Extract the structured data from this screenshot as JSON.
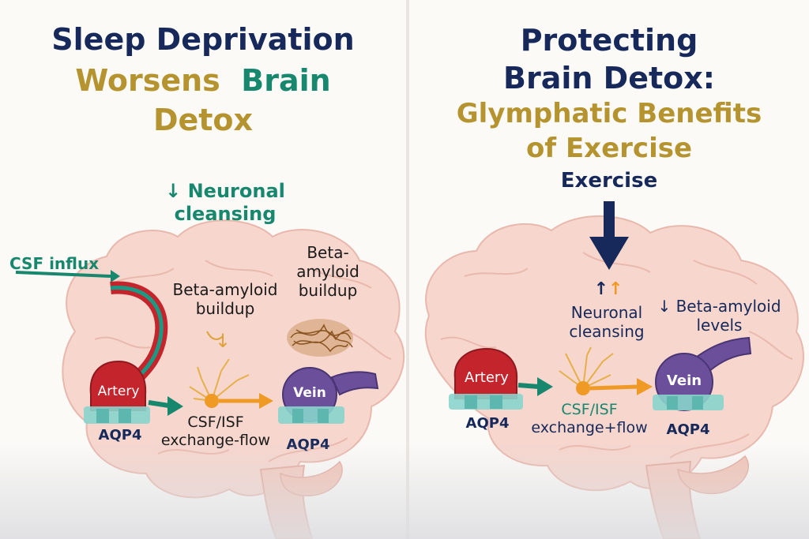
{
  "left_panel": {
    "title_line1": "Sleep Deprivation",
    "title_line2_a": "Worsens",
    "title_line2_b": "Brain",
    "title_line3": "Detox",
    "neuronal_line1": "↓ Neuronal",
    "neuronal_line2": "cleansing",
    "csf_influx": "CSF influx",
    "beta_buildup_1_line1": "Beta-amyloid",
    "beta_buildup_1_line2": "buildup",
    "beta_buildup_2_line1": "Beta-",
    "beta_buildup_2_line2": "amyloid",
    "beta_buildup_2_line3": "buildup",
    "small_arrow": "↓",
    "artery": "Artery",
    "vein": "Vein",
    "aqp4_left": "AQP4",
    "aqp4_right": "AQP4",
    "exchange_line1": "CSF/ISF",
    "exchange_line2": "exchange-flow"
  },
  "right_panel": {
    "title_line1": "Protecting",
    "title_line2": "Brain Detox:",
    "title_line3": "Glymphatic Benefits",
    "title_line4": "of Exercise",
    "exercise": "Exercise",
    "up_arrows": "↑↑",
    "neuronal_line1": "Neuronal",
    "neuronal_line2": "cleansing",
    "beta_line1": "↓ Beta-amyloid",
    "beta_line2": "levels",
    "artery": "Artery",
    "vein": "Vein",
    "aqp4_left": "AQP4",
    "aqp4_right": "AQP4",
    "exchange_line1": "CSF/ISF",
    "exchange_line2": "exchange+flow"
  },
  "colors": {
    "navy": "#16295a",
    "gold": "#b5932f",
    "teal": "#17876e",
    "brain": "#f6d6cd",
    "artery": "#c4242b",
    "vein": "#6b4f9b",
    "orange": "#f09a26"
  }
}
